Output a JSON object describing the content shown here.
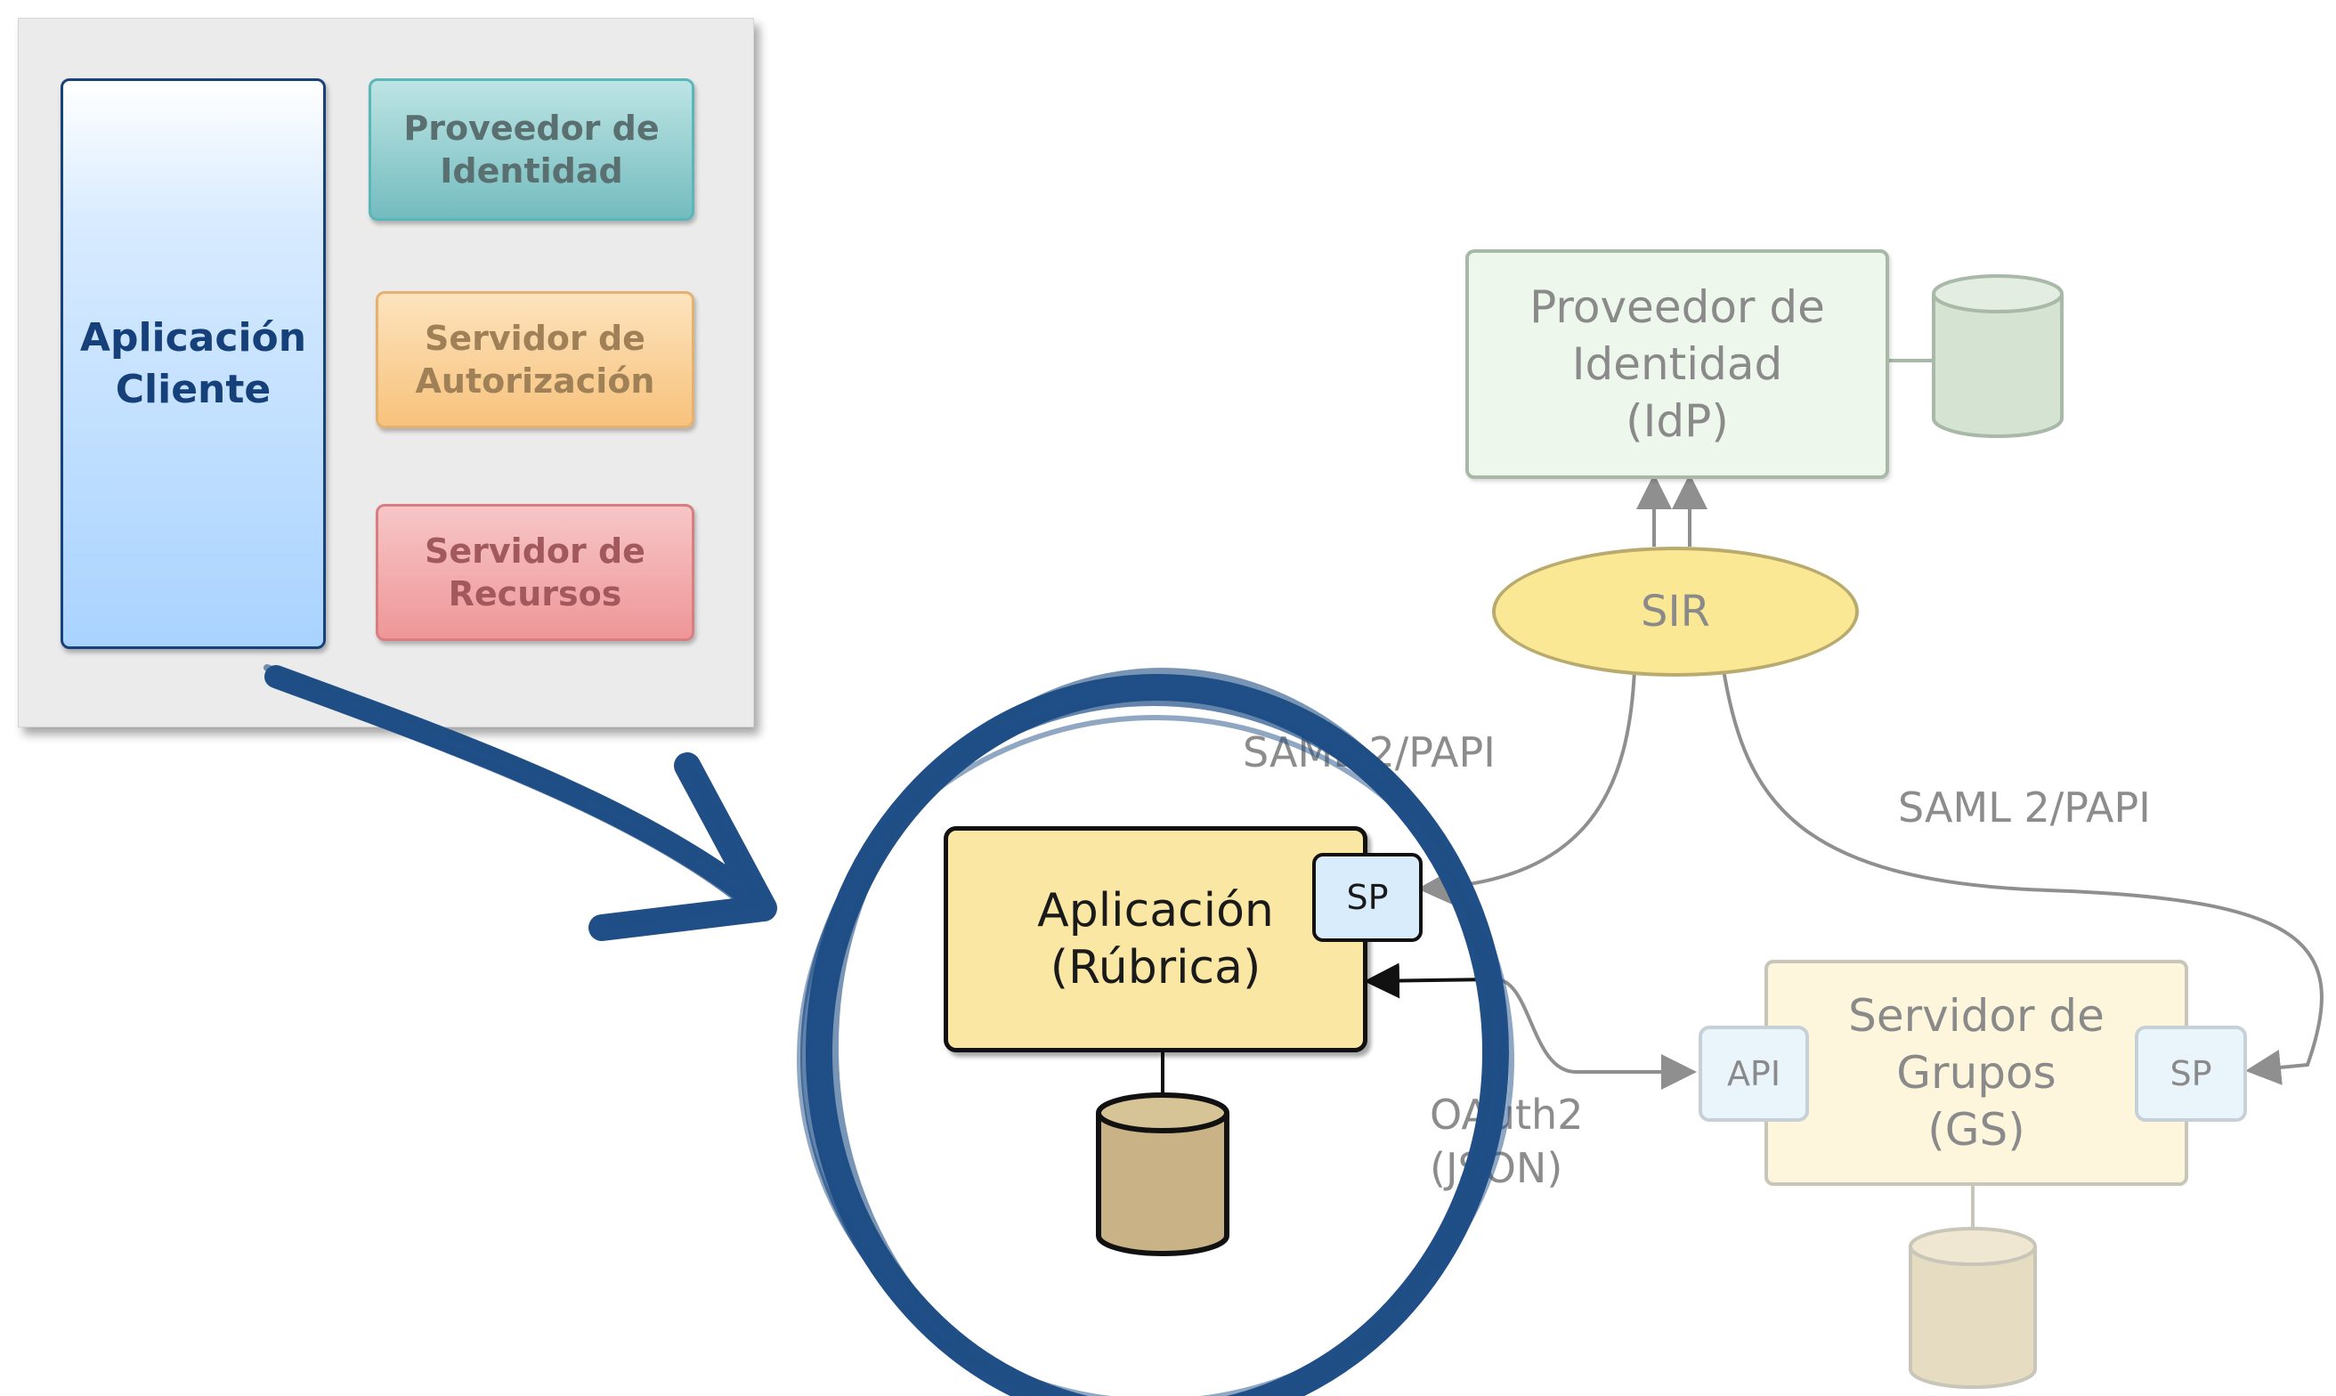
{
  "legend": {
    "client": "Aplicación\nCliente",
    "identity_provider": "Proveedor de\nIdentidad",
    "authorization_server": "Servidor de\nAutorización",
    "resource_server": "Servidor de\nRecursos"
  },
  "diagram": {
    "idp": "Proveedor de\nIdentidad\n(IdP)",
    "sir": "SIR",
    "app": "Aplicación\n(Rúbrica)",
    "app_sp": "SP",
    "group_server": "Servidor de\nGrupos\n(GS)",
    "gs_api": "API",
    "gs_sp": "SP",
    "saml_left": "SAML 2/PAPI",
    "saml_right": "SAML 2/PAPI",
    "oauth": "OAuth2\n(JSON)"
  },
  "colors": {
    "highlight_circle": "#1f4f86",
    "client_text": "#15407a",
    "connector_gray": "#8f8f8f"
  }
}
